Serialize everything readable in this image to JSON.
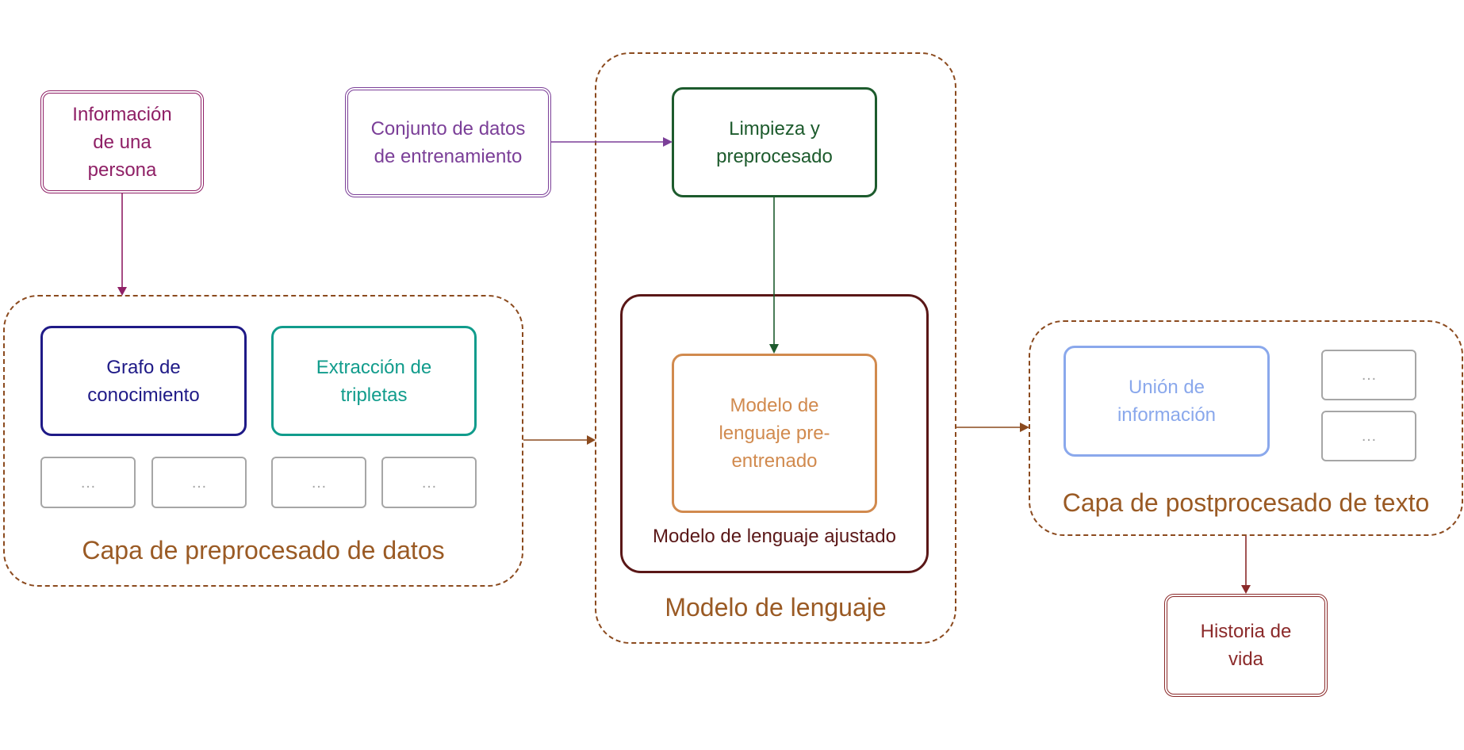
{
  "colors": {
    "layer_border": "#8b4a1e",
    "layer_title": "#9a5a24",
    "persona": "#8f2066",
    "dataset": "#7b3f98",
    "limpieza": "#1d5b2d",
    "grafo": "#1f1a87",
    "extraccion": "#119c8c",
    "ajustado": "#5a1717",
    "preentrenado": "#d18a4e",
    "union": "#8aa8ec",
    "historia": "#8b2a2a",
    "ghost": "#a6a6a6"
  },
  "nodes": {
    "persona": {
      "lines": [
        "Información",
        "de una",
        "persona"
      ]
    },
    "dataset": {
      "lines": [
        "Conjunto de datos",
        "de entrenamiento"
      ]
    },
    "limpieza": {
      "lines": [
        "Limpieza y",
        "preprocesado"
      ]
    },
    "grafo": {
      "lines": [
        "Grafo de",
        "conocimiento"
      ]
    },
    "extraccion": {
      "lines": [
        "Extracción de",
        "tripletas"
      ]
    },
    "preentrenado": {
      "lines": [
        "Modelo de",
        "lenguaje pre-",
        "entrenado"
      ]
    },
    "ajustado": {
      "label": "Modelo de lenguaje ajustado"
    },
    "union": {
      "lines": [
        "Unión de",
        "información"
      ]
    },
    "historia": {
      "lines": [
        "Historia de",
        "vida"
      ]
    },
    "placeholder": "…"
  },
  "layers": {
    "preprocesado": "Capa de preprocesado de datos",
    "modelo": "Modelo de lenguaje",
    "postprocesado": "Capa de postprocesado de texto"
  }
}
